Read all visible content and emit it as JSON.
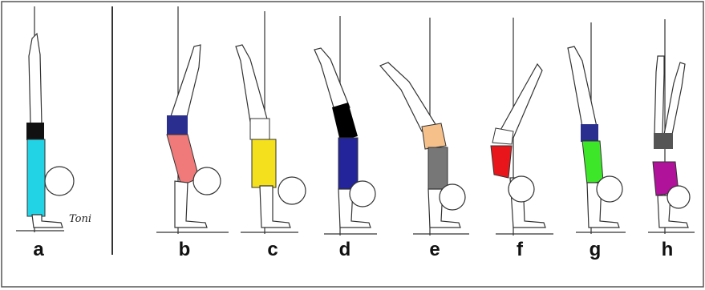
{
  "figures": [
    {
      "id": "a",
      "label": "a",
      "upper_color": "#111111",
      "lower_color": "#22d3e6"
    },
    {
      "id": "b",
      "label": "b",
      "upper_color": "#2a2f8f",
      "lower_color": "#f07a7a"
    },
    {
      "id": "c",
      "label": "c",
      "upper_color": "#ffffff",
      "lower_color": "#f4e01c"
    },
    {
      "id": "d",
      "label": "d",
      "upper_color": "#000000",
      "lower_color": "#23239a"
    },
    {
      "id": "e",
      "label": "e",
      "upper_color": "#f5c08a",
      "lower_color": "#777777"
    },
    {
      "id": "f",
      "label": "f",
      "upper_color": "#ffffff",
      "lower_color": "#e8161a"
    },
    {
      "id": "g",
      "label": "g",
      "upper_color": "#2a2f8f",
      "lower_color": "#3ee62a"
    },
    {
      "id": "h",
      "label": "h",
      "upper_color": "#555555",
      "lower_color": "#b0139a"
    }
  ],
  "signature": "Toni",
  "colors": {
    "line": "#333333",
    "border": "#555555"
  }
}
